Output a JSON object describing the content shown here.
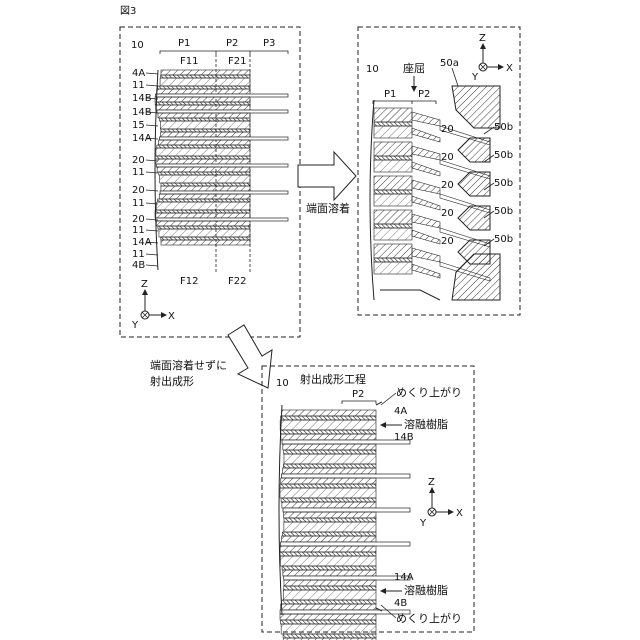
{
  "figure": {
    "label": "図3"
  },
  "panel_top_left": {
    "ref": "10",
    "regions": [
      "P1",
      "P2",
      "P3"
    ],
    "top_labels": [
      "F11",
      "F21"
    ],
    "bottom_labels": [
      "F12",
      "F22"
    ],
    "left_labels": [
      "4A",
      "11",
      "14B",
      "14B",
      "15",
      "14A",
      "20",
      "11",
      "20",
      "11",
      "20",
      "11",
      "14A",
      "11",
      "4B"
    ],
    "axes": {
      "z": "Z",
      "y": "Y",
      "x": "X"
    }
  },
  "panel_top_right": {
    "ref": "10",
    "seat_label": "座屈",
    "regions": [
      "P1",
      "P2"
    ],
    "die_label": "50a",
    "mid_labels": [
      "20",
      "20",
      "20",
      "20",
      "20"
    ],
    "right_labels": [
      "50b",
      "50b",
      "50b",
      "50b",
      "50b"
    ],
    "axes": {
      "z": "Z",
      "y": "Y",
      "x": "X"
    }
  },
  "panel_bottom": {
    "title": "射出成形工程",
    "ref": "10",
    "region": "P2",
    "labels_top": [
      "めくり上がり",
      "4A",
      "溶融樹脂",
      "14B"
    ],
    "labels_bottom": [
      "14A",
      "溶融樹脂",
      "4B",
      "めくり上がり"
    ],
    "axes": {
      "z": "Z",
      "y": "Y",
      "x": "X"
    }
  },
  "arrows": {
    "right_arrow_label": "端面溶着",
    "down_arrow_label_1": "端面溶着せずに",
    "down_arrow_label_2": "射出成形"
  }
}
